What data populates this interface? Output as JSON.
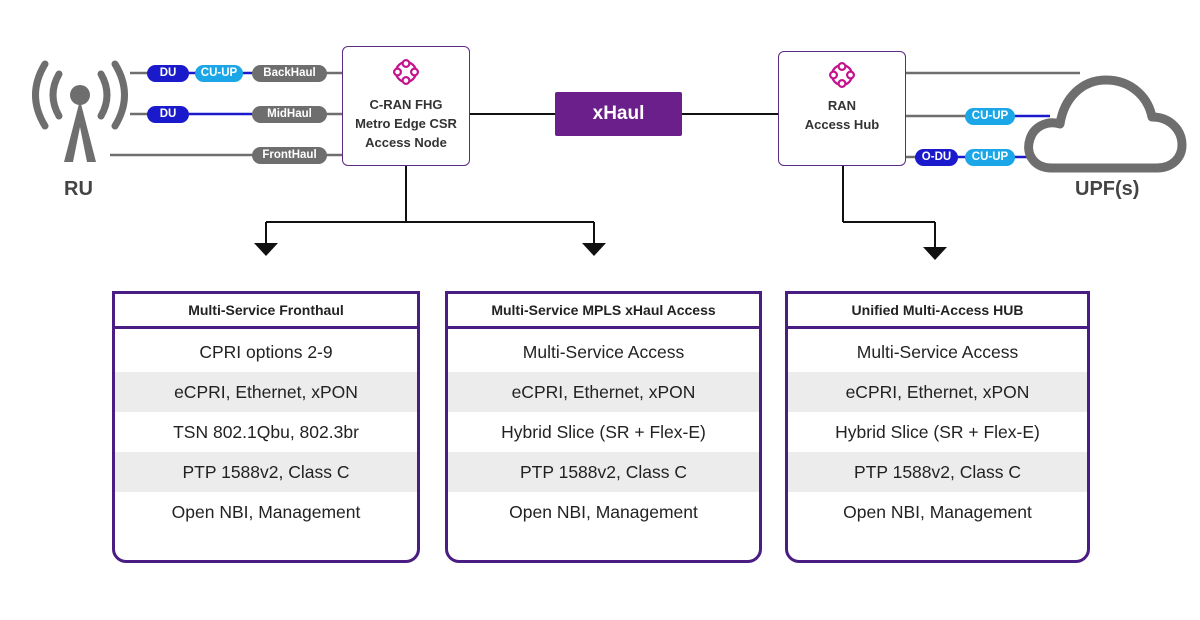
{
  "ru": {
    "label": "RU"
  },
  "upf": {
    "label": "UPF(s)"
  },
  "ru_links": [
    {
      "pills": [
        "DU",
        "CU-UP"
      ],
      "link_label": "BackHaul"
    },
    {
      "pills": [
        "DU"
      ],
      "link_label": "MidHaul"
    },
    {
      "pills": [],
      "link_label": "FrontHaul"
    }
  ],
  "csr_node": {
    "lines": [
      "C-RAN FHG",
      "Metro Edge CSR",
      "Access Node"
    ]
  },
  "hub_node": {
    "lines": [
      "RAN",
      "Access Hub"
    ]
  },
  "xhaul": {
    "label": "xHaul"
  },
  "upf_links": [
    {
      "pills": [
        "CU-UP"
      ]
    },
    {
      "pills": [
        "O-DU",
        "CU-UP"
      ]
    }
  ],
  "cards": [
    {
      "title": "Multi-Service Fronthaul",
      "rows": [
        "CPRI options 2-9",
        "eCPRI, Ethernet, xPON",
        "TSN 802.1Qbu, 802.3br",
        "PTP 1588v2, Class C",
        "Open NBI, Management"
      ]
    },
    {
      "title": "Multi-Service MPLS xHaul Access",
      "rows": [
        "Multi-Service Access",
        "eCPRI, Ethernet, xPON",
        "Hybrid Slice (SR + Flex-E)",
        "PTP 1588v2, Class C",
        "Open NBI, Management"
      ]
    },
    {
      "title": "Unified Multi-Access HUB",
      "rows": [
        "Multi-Service Access",
        "eCPRI, Ethernet, xPON",
        "Hybrid Slice (SR + Flex-E)",
        "PTP 1588v2, Class C",
        "Open NBI, Management"
      ]
    }
  ],
  "colors": {
    "purple": "#4a1d82",
    "xhaul_purple": "#6a1f8a",
    "logo_magenta": "#c4128c",
    "du_blue": "#1a1acc",
    "cu_cyan": "#1ba6e8",
    "gray": "#6e6e6e"
  }
}
